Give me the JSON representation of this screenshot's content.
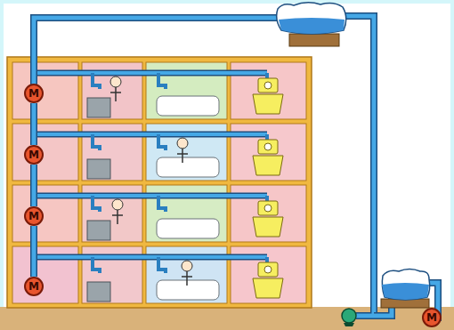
{
  "diagram": {
    "nodes": [
      {
        "text": [
          "M"
        ]
      },
      {
        "text": [
          "M"
        ]
      },
      {
        "text": [
          "M"
        ]
      },
      {
        "text": [
          "M"
        ]
      },
      {
        "text": [
          "M"
        ]
      }
    ],
    "edges": [
      {
        "from": 0,
        "to": 1,
        "arrow": "none"
      },
      {
        "from": 1,
        "to": 2,
        "arrow": "none"
      },
      {
        "from": 2,
        "to": 3,
        "arrow": "none"
      }
    ]
  }
}
